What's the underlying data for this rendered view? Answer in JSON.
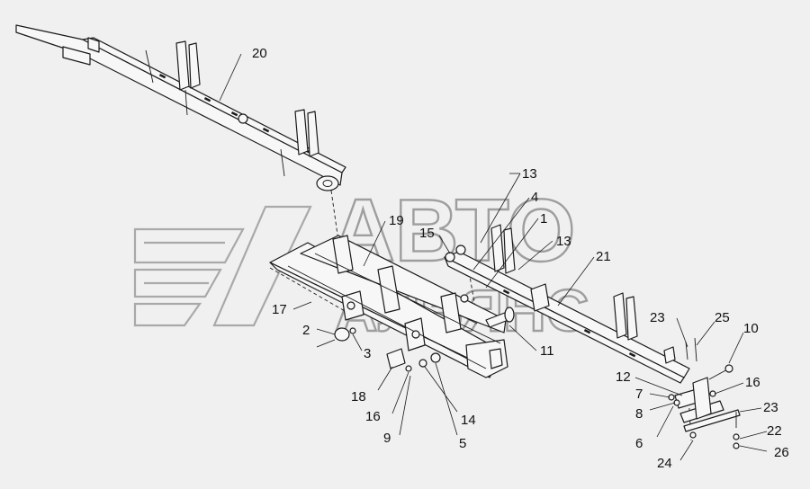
{
  "diagram": {
    "watermark_text_top": "АВТО",
    "watermark_text_bottom": "АЛЬЯНС",
    "callouts": [
      {
        "id": "c20",
        "label": "20"
      },
      {
        "id": "c13a",
        "label": "13"
      },
      {
        "id": "c4",
        "label": "4"
      },
      {
        "id": "c1",
        "label": "1"
      },
      {
        "id": "c19",
        "label": "19"
      },
      {
        "id": "c15",
        "label": "15"
      },
      {
        "id": "c13b",
        "label": "13"
      },
      {
        "id": "c21",
        "label": "21"
      },
      {
        "id": "c17",
        "label": "17"
      },
      {
        "id": "c2",
        "label": "2"
      },
      {
        "id": "c3",
        "label": "3"
      },
      {
        "id": "c11",
        "label": "11"
      },
      {
        "id": "c23a",
        "label": "23"
      },
      {
        "id": "c25",
        "label": "25"
      },
      {
        "id": "c10",
        "label": "10"
      },
      {
        "id": "c12",
        "label": "12"
      },
      {
        "id": "c16a",
        "label": "16"
      },
      {
        "id": "c7",
        "label": "7"
      },
      {
        "id": "c8",
        "label": "8"
      },
      {
        "id": "c23b",
        "label": "23"
      },
      {
        "id": "c18",
        "label": "18"
      },
      {
        "id": "c16b",
        "label": "16"
      },
      {
        "id": "c14",
        "label": "14"
      },
      {
        "id": "c22",
        "label": "22"
      },
      {
        "id": "c9",
        "label": "9"
      },
      {
        "id": "c5",
        "label": "5"
      },
      {
        "id": "c6",
        "label": "6"
      },
      {
        "id": "c26",
        "label": "26"
      },
      {
        "id": "c24",
        "label": "24"
      }
    ]
  }
}
